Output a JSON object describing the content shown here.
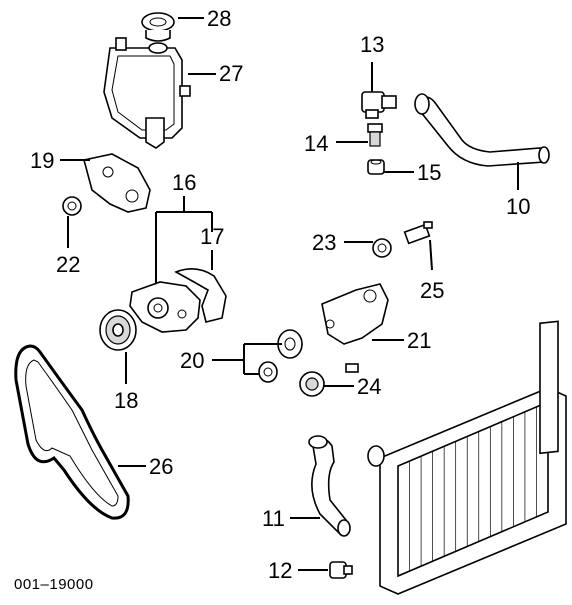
{
  "diagram": {
    "catalog_code": "001–19000",
    "callouts": {
      "p10": "10",
      "p11": "11",
      "p12": "12",
      "p13": "13",
      "p14": "14",
      "p15": "15",
      "p16": "16",
      "p17": "17",
      "p18": "18",
      "p19": "19",
      "p20": "20",
      "p21": "21",
      "p22": "22",
      "p23": "23",
      "p24": "24",
      "p25": "25",
      "p26": "26",
      "p27": "27",
      "p28": "28"
    }
  }
}
